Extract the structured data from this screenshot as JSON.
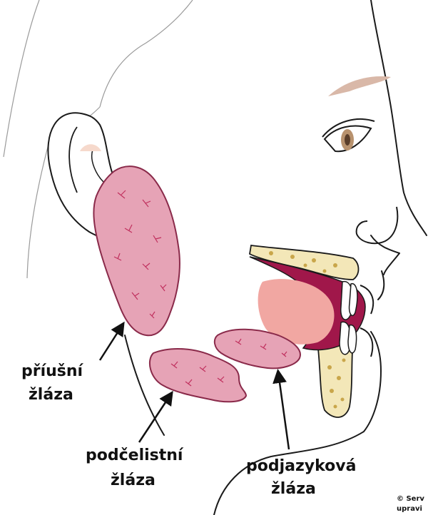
{
  "labels": {
    "parotid_line1": "příušní",
    "parotid_line2": "žláza",
    "submandibular_line1": "podčelistní",
    "submandibular_line2": "žláza",
    "sublingual_line1": "podjazyková",
    "sublingual_line2": "žláza"
  },
  "credit": {
    "line1": "© Serv",
    "line2": "upravi"
  },
  "colors": {
    "skin_line": "#1a1a1a",
    "hair_line": "#9a9a9a",
    "gland_fill": "#e6a3b6",
    "gland_stroke": "#8a2a4a",
    "gland_vein": "#c0305e",
    "mouth_dark": "#a0174a",
    "tongue": "#f1a7a2",
    "bone": "#f3e7b8",
    "bone_dots": "#c9a64a",
    "tooth": "#ffffff",
    "eyebrow": "#d9b8a8",
    "iris": "#b8926e",
    "ear_highlight": "#f6d9cc"
  }
}
